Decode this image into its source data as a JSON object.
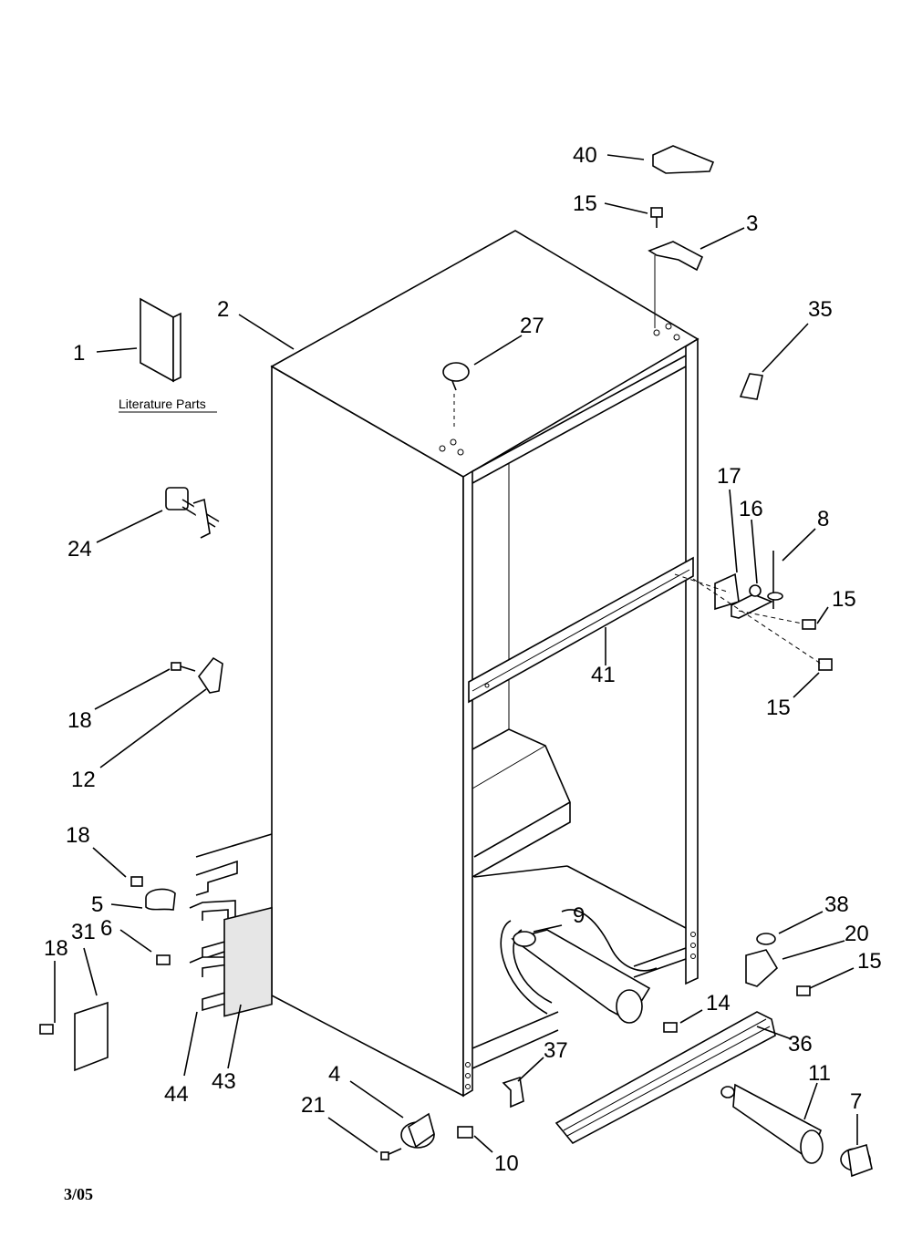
{
  "footer": {
    "date": "3/05"
  },
  "literature_caption": "Literature Parts",
  "callouts": [
    {
      "id": "c40",
      "text": "40"
    },
    {
      "id": "c15a",
      "text": "15"
    },
    {
      "id": "c3",
      "text": "3"
    },
    {
      "id": "c35",
      "text": "35"
    },
    {
      "id": "c2",
      "text": "2"
    },
    {
      "id": "c27",
      "text": "27"
    },
    {
      "id": "c1",
      "text": "1"
    },
    {
      "id": "c24",
      "text": "24"
    },
    {
      "id": "c17",
      "text": "17"
    },
    {
      "id": "c16",
      "text": "16"
    },
    {
      "id": "c8",
      "text": "8"
    },
    {
      "id": "c15b",
      "text": "15"
    },
    {
      "id": "c41",
      "text": "41"
    },
    {
      "id": "c15c",
      "text": "15"
    },
    {
      "id": "c18a",
      "text": "18"
    },
    {
      "id": "c12",
      "text": "12"
    },
    {
      "id": "c18b",
      "text": "18"
    },
    {
      "id": "c5",
      "text": "5"
    },
    {
      "id": "c6",
      "text": "6"
    },
    {
      "id": "c18c",
      "text": "18"
    },
    {
      "id": "c31",
      "text": "31"
    },
    {
      "id": "c9",
      "text": "9"
    },
    {
      "id": "c38",
      "text": "38"
    },
    {
      "id": "c20",
      "text": "20"
    },
    {
      "id": "c15d",
      "text": "15"
    },
    {
      "id": "c14",
      "text": "14"
    },
    {
      "id": "c36",
      "text": "36"
    },
    {
      "id": "c44",
      "text": "44"
    },
    {
      "id": "c43",
      "text": "43"
    },
    {
      "id": "c37",
      "text": "37"
    },
    {
      "id": "c4",
      "text": "4"
    },
    {
      "id": "c11",
      "text": "11"
    },
    {
      "id": "c21",
      "text": "21"
    },
    {
      "id": "c7",
      "text": "7"
    },
    {
      "id": "c10",
      "text": "10"
    }
  ]
}
